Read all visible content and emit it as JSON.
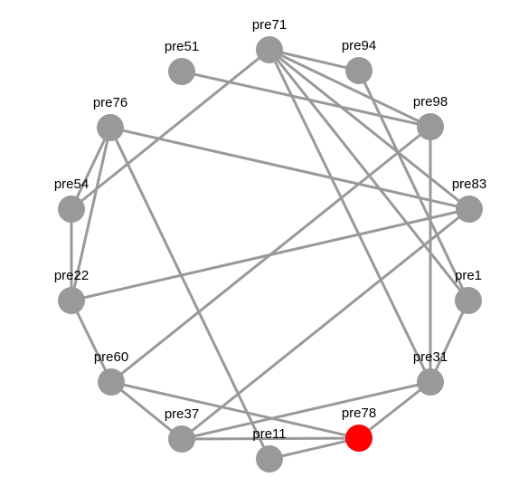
{
  "graph": {
    "nodes": [
      {
        "id": "pre71",
        "label": "pre71",
        "color": "#999999"
      },
      {
        "id": "pre51",
        "label": "pre51",
        "color": "#999999"
      },
      {
        "id": "pre94",
        "label": "pre94",
        "color": "#999999"
      },
      {
        "id": "pre76",
        "label": "pre76",
        "color": "#999999"
      },
      {
        "id": "pre98",
        "label": "pre98",
        "color": "#999999"
      },
      {
        "id": "pre54",
        "label": "pre54",
        "color": "#999999"
      },
      {
        "id": "pre83",
        "label": "pre83",
        "color": "#999999"
      },
      {
        "id": "pre22",
        "label": "pre22",
        "color": "#999999"
      },
      {
        "id": "pre1",
        "label": "pre1",
        "color": "#999999"
      },
      {
        "id": "pre60",
        "label": "pre60",
        "color": "#999999"
      },
      {
        "id": "pre31",
        "label": "pre31",
        "color": "#999999"
      },
      {
        "id": "pre37",
        "label": "pre37",
        "color": "#999999"
      },
      {
        "id": "pre78",
        "label": "pre78",
        "color": "#ff0000"
      },
      {
        "id": "pre11",
        "label": "pre11",
        "color": "#999999"
      }
    ],
    "edges": [
      [
        "pre71",
        "pre94"
      ],
      [
        "pre71",
        "pre98"
      ],
      [
        "pre71",
        "pre83"
      ],
      [
        "pre71",
        "pre1"
      ],
      [
        "pre71",
        "pre31"
      ],
      [
        "pre71",
        "pre54"
      ],
      [
        "pre51",
        "pre98"
      ],
      [
        "pre94",
        "pre1"
      ],
      [
        "pre98",
        "pre60"
      ],
      [
        "pre98",
        "pre31"
      ],
      [
        "pre76",
        "pre83"
      ],
      [
        "pre76",
        "pre54"
      ],
      [
        "pre76",
        "pre22"
      ],
      [
        "pre76",
        "pre11"
      ],
      [
        "pre54",
        "pre22"
      ],
      [
        "pre83",
        "pre22"
      ],
      [
        "pre83",
        "pre37"
      ],
      [
        "pre22",
        "pre60"
      ],
      [
        "pre1",
        "pre31"
      ],
      [
        "pre60",
        "pre37"
      ],
      [
        "pre60",
        "pre78"
      ],
      [
        "pre31",
        "pre78"
      ],
      [
        "pre31",
        "pre37"
      ],
      [
        "pre37",
        "pre78"
      ],
      [
        "pre11",
        "pre78"
      ]
    ]
  }
}
